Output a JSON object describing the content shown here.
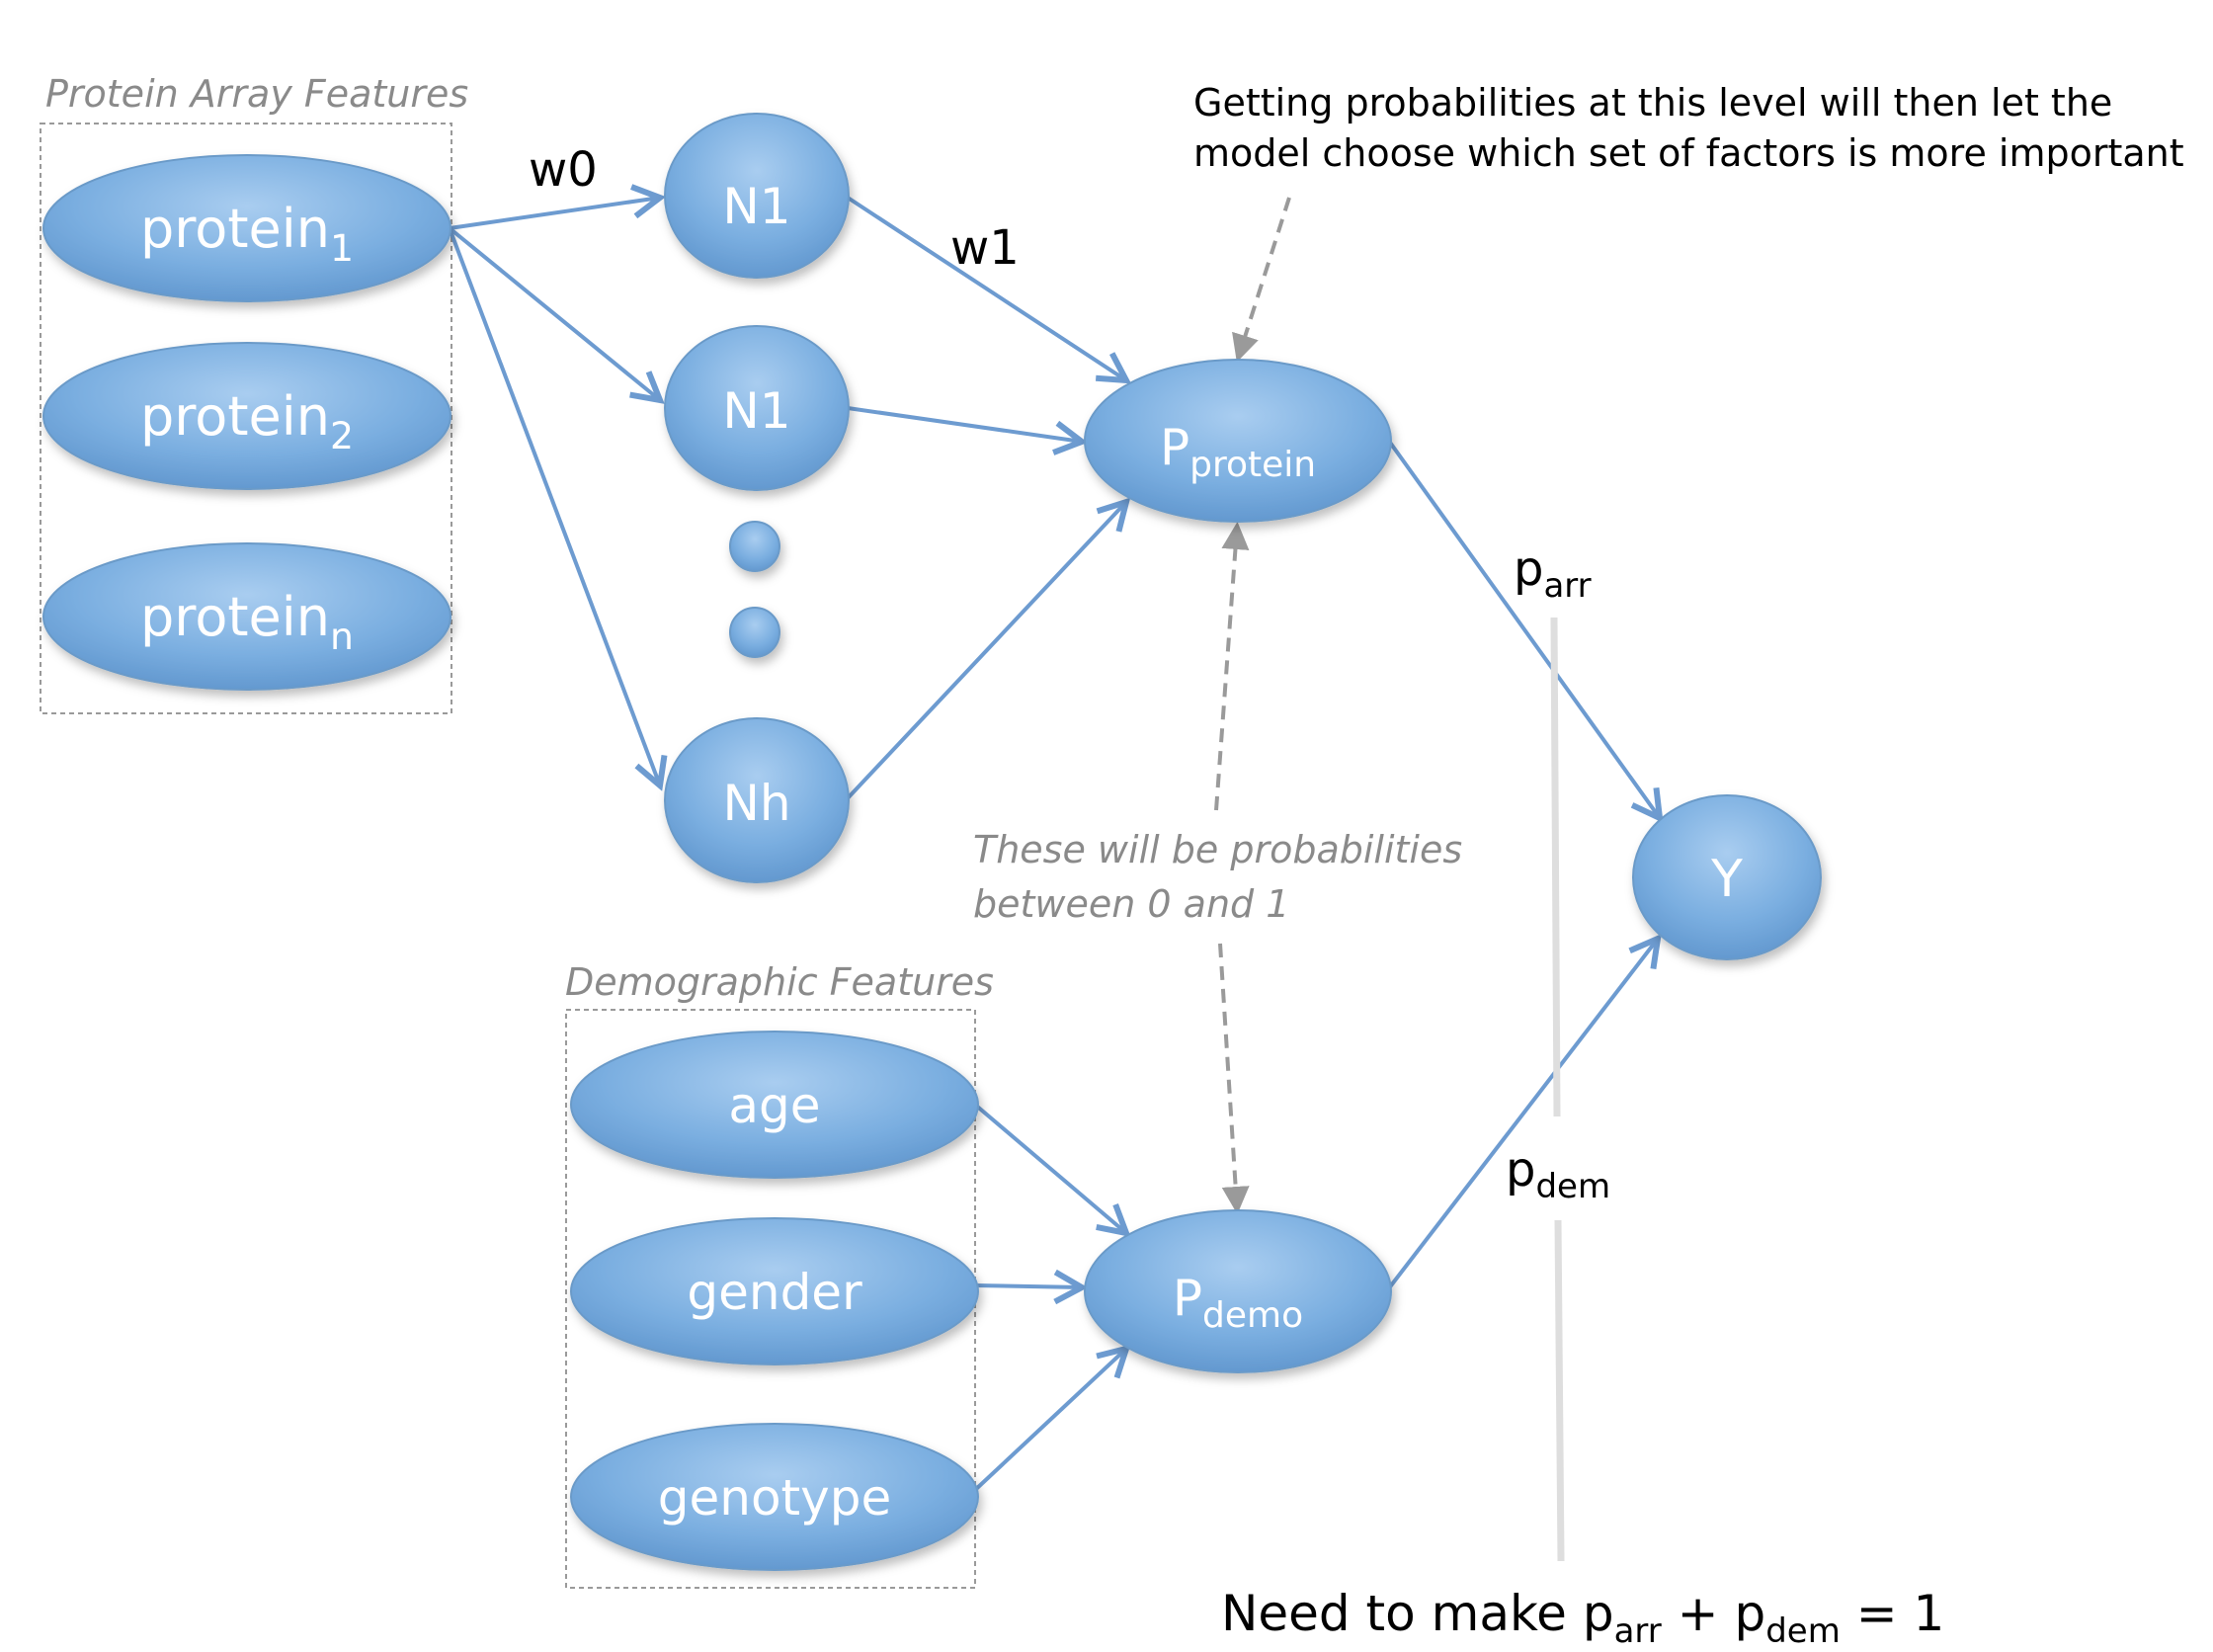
{
  "groups": {
    "protein_array": {
      "label": "Protein Array Features"
    },
    "demographic": {
      "label": "Demographic Features"
    }
  },
  "nodes": {
    "protein1": {
      "base": "protein",
      "sub": "1"
    },
    "protein2": {
      "base": "protein",
      "sub": "2"
    },
    "proteinn": {
      "base": "protein",
      "sub": "n"
    },
    "n1_top": {
      "label": "N1"
    },
    "n1_mid": {
      "label": "N1"
    },
    "nh": {
      "label": "Nh"
    },
    "p_protein": {
      "base": "P",
      "sub": "protein"
    },
    "age": {
      "label": "age"
    },
    "gender": {
      "label": "gender"
    },
    "genotype": {
      "label": "genotype"
    },
    "p_demo": {
      "base": "P",
      "sub": "demo"
    },
    "y": {
      "label": "Y"
    }
  },
  "edge_labels": {
    "w0": "w0",
    "w1": "w1",
    "p_arr": {
      "base": "p",
      "sub": "arr"
    },
    "p_dem": {
      "base": "p",
      "sub": "dem"
    }
  },
  "annotations": {
    "top_note_line1": "Getting probabilities at this level will then let the",
    "top_note_line2": "model choose which set of factors is more important",
    "mid_note_line1": "These will be probabilities",
    "mid_note_line2": "between 0 and 1",
    "bottom_note": {
      "prefix": "Need to make p",
      "sub1": "arr",
      "mid": " + p",
      "sub2": "dem",
      "suffix": " = 1"
    }
  },
  "colors": {
    "node_fill": "#7aaee0",
    "node_edge": "#6b9ac8",
    "arrow": "#6d9bd0",
    "dashed_arrow": "#9a9a9a",
    "group_border": "#9a9a9a"
  }
}
